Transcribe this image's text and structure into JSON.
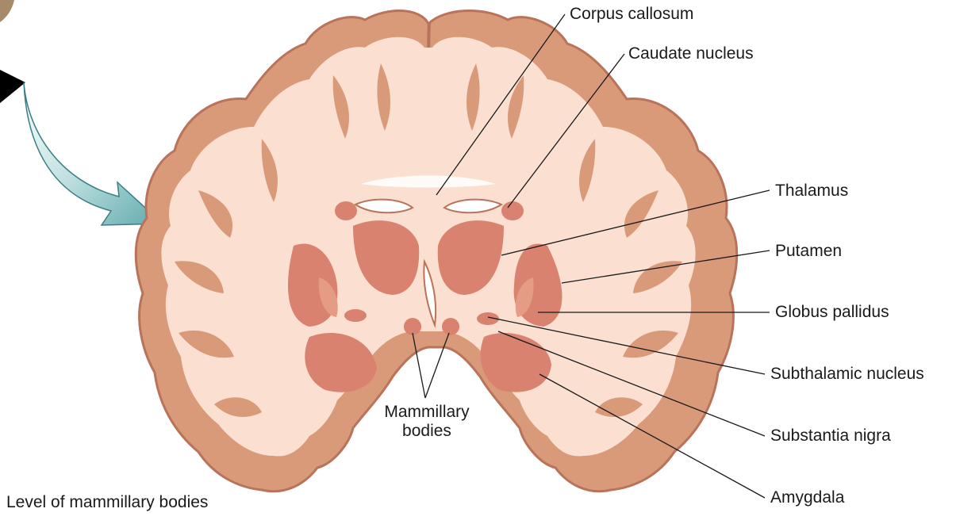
{
  "labels": {
    "corpus_callosum": "Corpus callosum",
    "caudate_nucleus": "Caudate nucleus",
    "thalamus": "Thalamus",
    "putamen": "Putamen",
    "globus_pallidus": "Globus pallidus",
    "subthalamic_nucleus": "Subthalamic nucleus",
    "substantia_nigra": "Substantia nigra",
    "amygdala": "Amygdala",
    "mammillary_line1": "Mammillary",
    "mammillary_line2": "bodies"
  },
  "caption": "Level of mammillary bodies",
  "colors": {
    "cortex": "#d99a7a",
    "cortex_edge": "#b8735a",
    "white_matter": "#fbe0d2",
    "nuclei": "#d9826f",
    "nuclei_light": "#e59c86",
    "arrow_fill": "#8fc7c9",
    "leader": "#1a1a1a"
  }
}
